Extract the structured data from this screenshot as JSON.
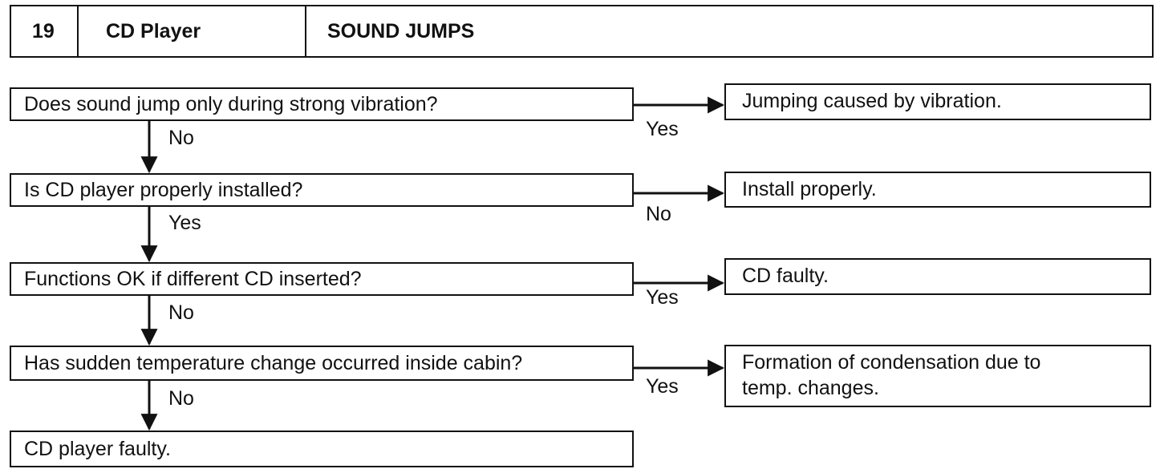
{
  "header": {
    "number": "19",
    "component": "CD Player",
    "symptom": "SOUND JUMPS"
  },
  "questions": [
    "Does sound jump only during strong vibration?",
    "Is CD player properly installed?",
    "Functions OK if different CD inserted?",
    "Has sudden temperature change occurred inside cabin?"
  ],
  "results": [
    "Jumping caused by vibration.",
    "Install properly.",
    "CD faulty.",
    [
      "Formation of condensation due to",
      "temp. changes."
    ]
  ],
  "branch_labels": {
    "side": [
      "Yes",
      "No",
      "Yes",
      "Yes"
    ],
    "down": [
      "No",
      "Yes",
      "No",
      "No"
    ]
  },
  "final": "CD player faulty."
}
